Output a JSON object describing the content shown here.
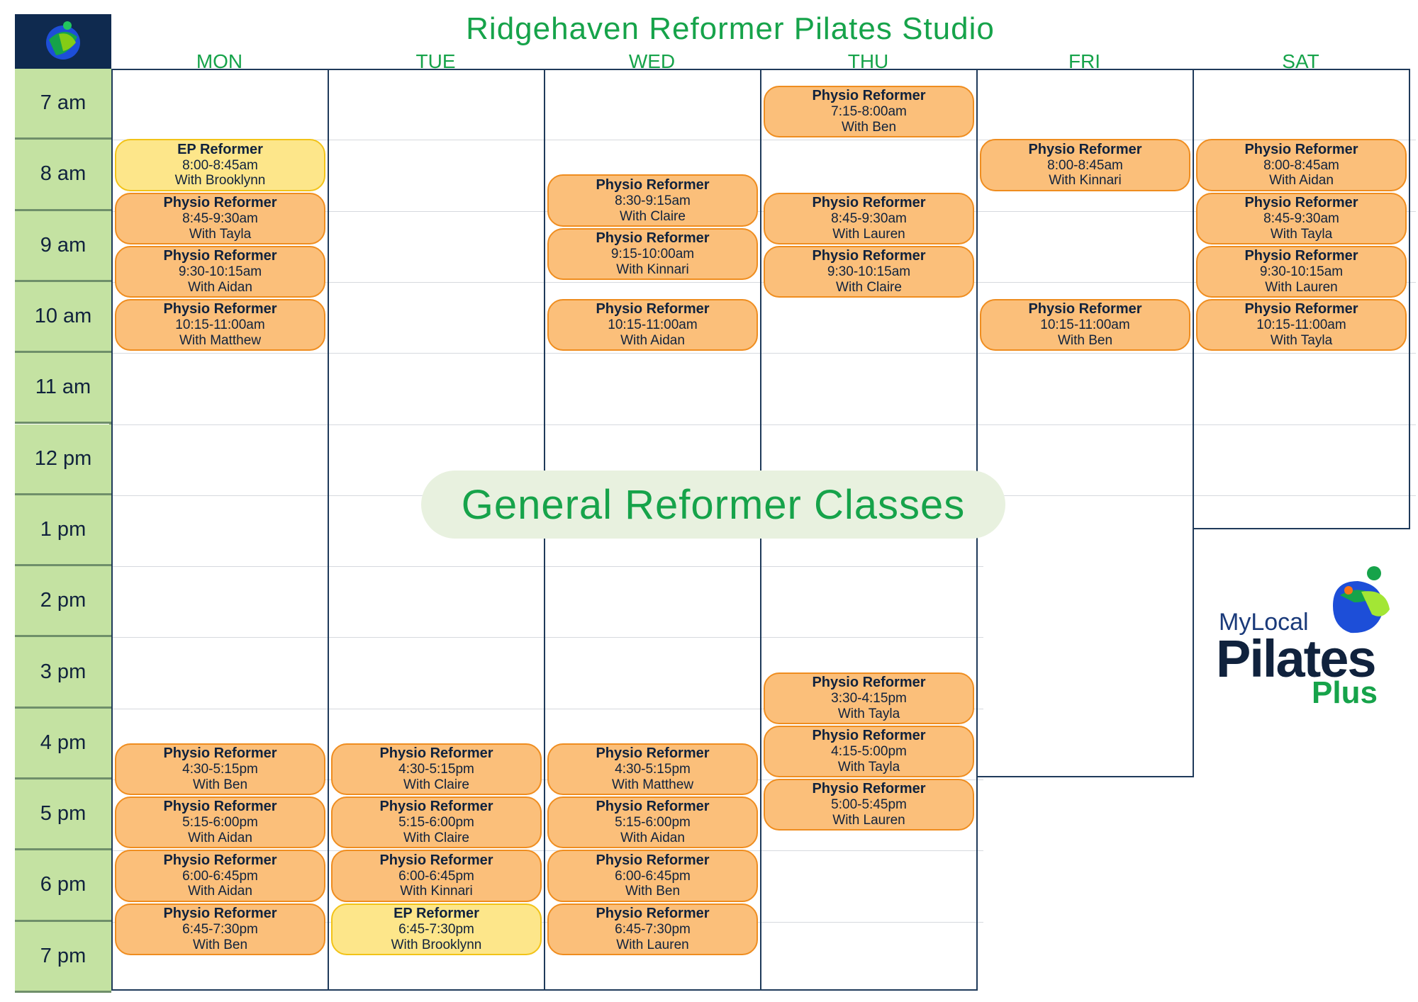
{
  "title": "Ridgehaven Reformer Pilates Studio",
  "banner": "General Reformer Classes",
  "brand": {
    "my_local": "MyLocal",
    "pilates": "Pilates",
    "plus": "Plus"
  },
  "days": [
    "MON",
    "TUE",
    "WED",
    "THU",
    "FRI",
    "SAT"
  ],
  "times": [
    "7 am",
    "8 am",
    "9 am",
    "10 am",
    "11 am",
    "12 pm",
    "1 pm",
    "2 pm",
    "3 pm",
    "4 pm",
    "5 pm",
    "6 pm",
    "7 pm"
  ],
  "classes": [
    {
      "day": 0,
      "start_hour": 8.0,
      "type": "ep",
      "title": "EP Reformer",
      "time": "8:00-8:45am",
      "with": "With Brooklynn"
    },
    {
      "day": 0,
      "start_hour": 8.75,
      "type": "physio",
      "title": "Physio Reformer",
      "time": "8:45-9:30am",
      "with": "With Tayla"
    },
    {
      "day": 0,
      "start_hour": 9.5,
      "type": "physio",
      "title": "Physio Reformer",
      "time": "9:30-10:15am",
      "with": "With Aidan"
    },
    {
      "day": 0,
      "start_hour": 10.25,
      "type": "physio",
      "title": "Physio Reformer",
      "time": "10:15-11:00am",
      "with": "With Matthew"
    },
    {
      "day": 0,
      "start_hour": 16.5,
      "type": "physio",
      "title": "Physio Reformer",
      "time": "4:30-5:15pm",
      "with": "With Ben"
    },
    {
      "day": 0,
      "start_hour": 17.25,
      "type": "physio",
      "title": "Physio Reformer",
      "time": "5:15-6:00pm",
      "with": "With Aidan"
    },
    {
      "day": 0,
      "start_hour": 18.0,
      "type": "physio",
      "title": "Physio Reformer",
      "time": "6:00-6:45pm",
      "with": "With Aidan"
    },
    {
      "day": 0,
      "start_hour": 18.75,
      "type": "physio",
      "title": "Physio Reformer",
      "time": "6:45-7:30pm",
      "with": "With Ben"
    },
    {
      "day": 1,
      "start_hour": 16.5,
      "type": "physio",
      "title": "Physio Reformer",
      "time": "4:30-5:15pm",
      "with": "With Claire"
    },
    {
      "day": 1,
      "start_hour": 17.25,
      "type": "physio",
      "title": "Physio Reformer",
      "time": "5:15-6:00pm",
      "with": "With Claire"
    },
    {
      "day": 1,
      "start_hour": 18.0,
      "type": "physio",
      "title": "Physio Reformer",
      "time": "6:00-6:45pm",
      "with": "With Kinnari"
    },
    {
      "day": 1,
      "start_hour": 18.75,
      "type": "ep",
      "title": "EP Reformer",
      "time": "6:45-7:30pm",
      "with": "With Brooklynn"
    },
    {
      "day": 2,
      "start_hour": 8.5,
      "type": "physio",
      "title": "Physio Reformer",
      "time": "8:30-9:15am",
      "with": "With Claire"
    },
    {
      "day": 2,
      "start_hour": 9.25,
      "type": "physio",
      "title": "Physio Reformer",
      "time": "9:15-10:00am",
      "with": "With Kinnari"
    },
    {
      "day": 2,
      "start_hour": 10.25,
      "type": "physio",
      "title": "Physio Reformer",
      "time": "10:15-11:00am",
      "with": "With Aidan"
    },
    {
      "day": 2,
      "start_hour": 16.5,
      "type": "physio",
      "title": "Physio Reformer",
      "time": "4:30-5:15pm",
      "with": "With Matthew"
    },
    {
      "day": 2,
      "start_hour": 17.25,
      "type": "physio",
      "title": "Physio Reformer",
      "time": "5:15-6:00pm",
      "with": "With Aidan"
    },
    {
      "day": 2,
      "start_hour": 18.0,
      "type": "physio",
      "title": "Physio Reformer",
      "time": "6:00-6:45pm",
      "with": "With Ben"
    },
    {
      "day": 2,
      "start_hour": 18.75,
      "type": "physio",
      "title": "Physio Reformer",
      "time": "6:45-7:30pm",
      "with": "With Lauren"
    },
    {
      "day": 3,
      "start_hour": 7.25,
      "type": "physio",
      "title": "Physio Reformer",
      "time": "7:15-8:00am",
      "with": "With Ben"
    },
    {
      "day": 3,
      "start_hour": 8.75,
      "type": "physio",
      "title": "Physio Reformer",
      "time": "8:45-9:30am",
      "with": "With Lauren"
    },
    {
      "day": 3,
      "start_hour": 9.5,
      "type": "physio",
      "title": "Physio Reformer",
      "time": "9:30-10:15am",
      "with": "With Claire"
    },
    {
      "day": 3,
      "start_hour": 15.5,
      "type": "physio",
      "title": "Physio Reformer",
      "time": "3:30-4:15pm",
      "with": "With Tayla"
    },
    {
      "day": 3,
      "start_hour": 16.25,
      "type": "physio",
      "title": "Physio Reformer",
      "time": "4:15-5:00pm",
      "with": "With Tayla"
    },
    {
      "day": 3,
      "start_hour": 17.0,
      "type": "physio",
      "title": "Physio Reformer",
      "time": "5:00-5:45pm",
      "with": "With Lauren"
    },
    {
      "day": 4,
      "start_hour": 8.0,
      "type": "physio",
      "title": "Physio Reformer",
      "time": "8:00-8:45am",
      "with": "With Kinnari"
    },
    {
      "day": 4,
      "start_hour": 10.25,
      "type": "physio",
      "title": "Physio Reformer",
      "time": "10:15-11:00am",
      "with": "With Ben"
    },
    {
      "day": 5,
      "start_hour": 8.0,
      "type": "physio",
      "title": "Physio Reformer",
      "time": "8:00-8:45am",
      "with": "With Aidan"
    },
    {
      "day": 5,
      "start_hour": 8.75,
      "type": "physio",
      "title": "Physio Reformer",
      "time": "8:45-9:30am",
      "with": "With Tayla"
    },
    {
      "day": 5,
      "start_hour": 9.5,
      "type": "physio",
      "title": "Physio Reformer",
      "time": "9:30-10:15am",
      "with": "With Lauren"
    },
    {
      "day": 5,
      "start_hour": 10.25,
      "type": "physio",
      "title": "Physio Reformer",
      "time": "10:15-11:00am",
      "with": "With Tayla"
    }
  ],
  "colors": {
    "accent": "#16a34a",
    "navy": "#10223d",
    "physio_fill": "#fbbf7a",
    "ep_fill": "#fde68a",
    "time_fill": "#c4e2a2"
  }
}
